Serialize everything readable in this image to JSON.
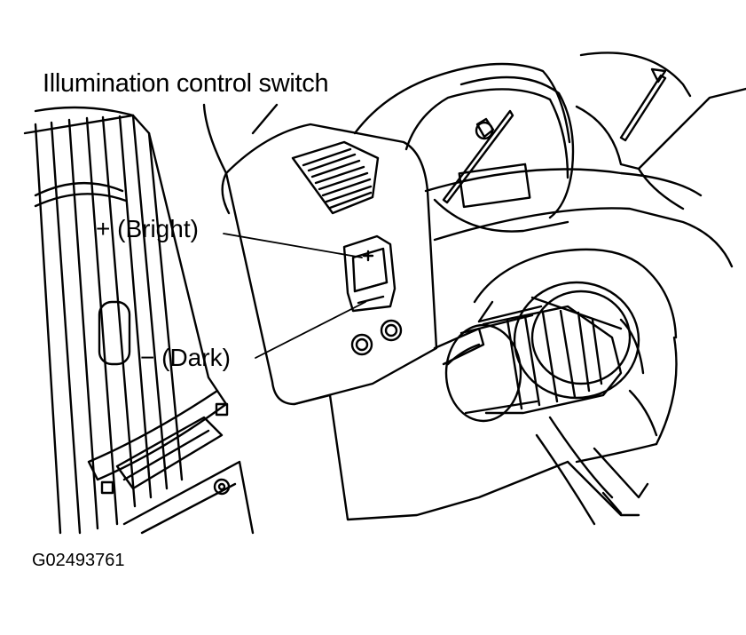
{
  "diagram": {
    "labels": {
      "title": "Illumination control switch",
      "bright": "+ (Bright)",
      "dark": "− (Dark)"
    },
    "figure_id": "G02493761"
  }
}
